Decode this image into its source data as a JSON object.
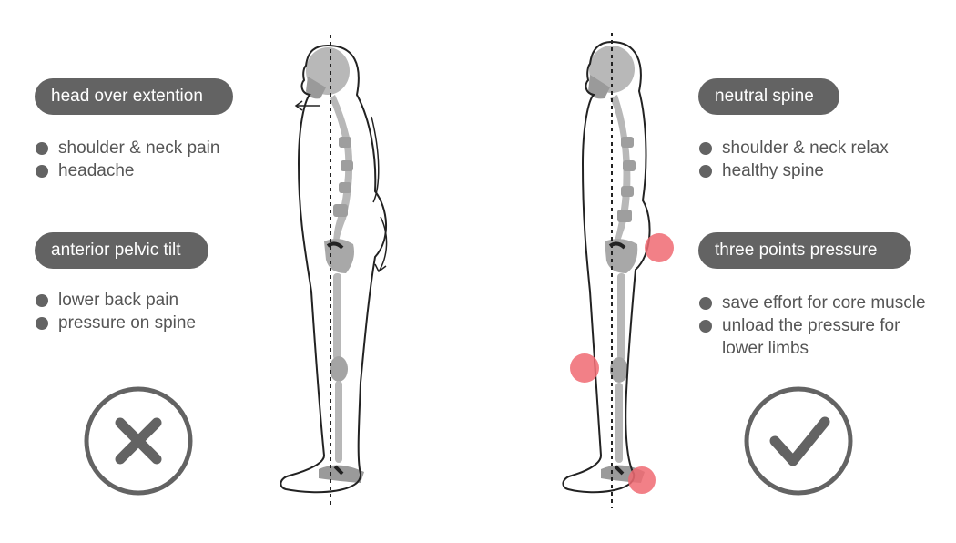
{
  "left_panel": {
    "head_label": "head over extention",
    "head_symptoms": [
      "shoulder & neck pain",
      "headache"
    ],
    "pelvic_label": "anterior pelvic tilt",
    "pelvic_symptoms": [
      "lower back pain",
      "pressure on spine"
    ],
    "verdict_icon": "cross-icon"
  },
  "right_panel": {
    "spine_label": "neutral spine",
    "spine_benefits": [
      "shoulder & neck relax",
      "healthy spine"
    ],
    "pressure_label": "three points pressure",
    "pressure_benefits": [
      "save effort for core muscle",
      "unload the pressure for lower limbs"
    ],
    "verdict_icon": "check-icon"
  },
  "colors": {
    "pill_bg": "#636363",
    "text": "#555555",
    "pressure_point": "#f06a72",
    "bone": "#b5b5b5"
  }
}
